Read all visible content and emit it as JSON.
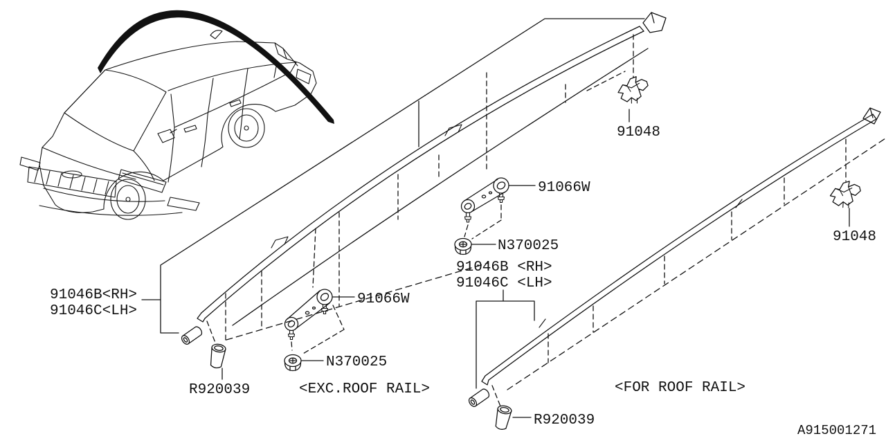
{
  "diagram": {
    "background": "#ffffff",
    "line_color": "#111111",
    "code": "A915001271",
    "captions": {
      "exc_roof_rail": "<EXC.ROOF RAIL>",
      "for_roof_rail": "<FOR ROOF RAIL>"
    },
    "labels": {
      "clip_top": "91048",
      "clip_right": "91048",
      "bracket_upper": "91066W",
      "bracket_lower": "91066W",
      "nut_upper": "N370025",
      "nut_lower": "N370025",
      "molding_left_line1": "91046B<RH>",
      "molding_left_line2": "91046C<LH>",
      "molding_mid_line1": "91046B <RH>",
      "molding_mid_line2": "91046C <LH>",
      "plug_left": "R920039",
      "plug_right": "R920039"
    }
  }
}
